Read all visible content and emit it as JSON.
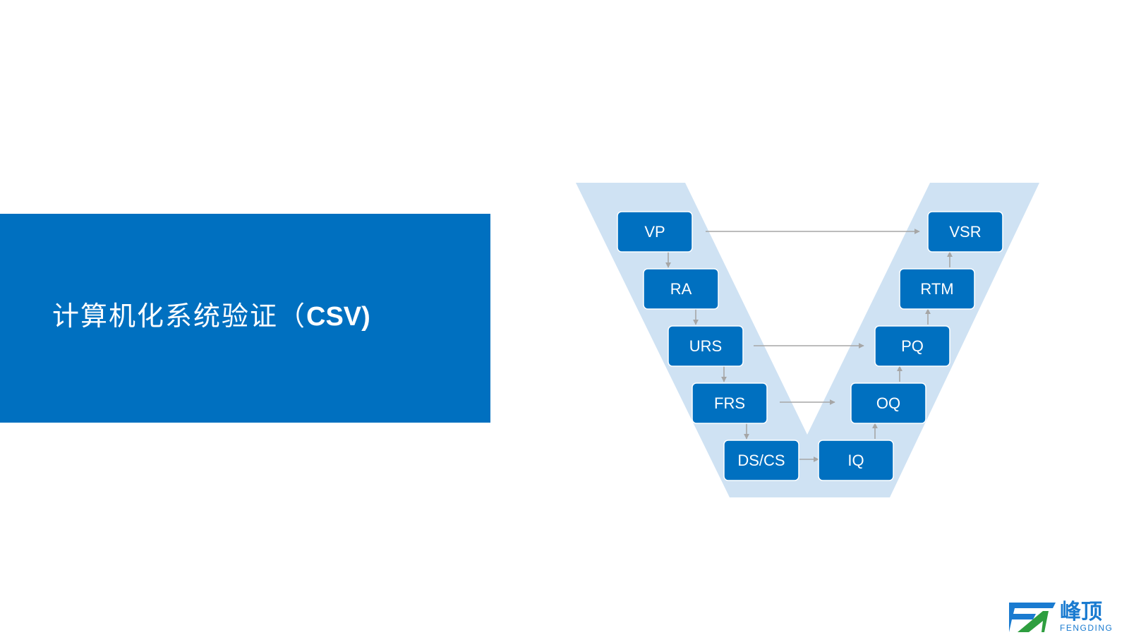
{
  "title": {
    "chinese": "计算机化系统验证（",
    "latin": "CSV)"
  },
  "diagram": {
    "band_color": "#cfe2f3",
    "node_color": "#0070c0",
    "arrow_color": "#a6a6a6",
    "nodes": {
      "vp": "VP",
      "ra": "RA",
      "urs": "URS",
      "frs": "FRS",
      "dscs": "DS/CS",
      "iq": "IQ",
      "oq": "OQ",
      "pq": "PQ",
      "rtm": "RTM",
      "vsr": "VSR"
    }
  },
  "logo": {
    "name_cn": "峰顶",
    "name_en": "FENGDING",
    "colors": [
      "#1a7bd0",
      "#2e9e3f"
    ]
  }
}
